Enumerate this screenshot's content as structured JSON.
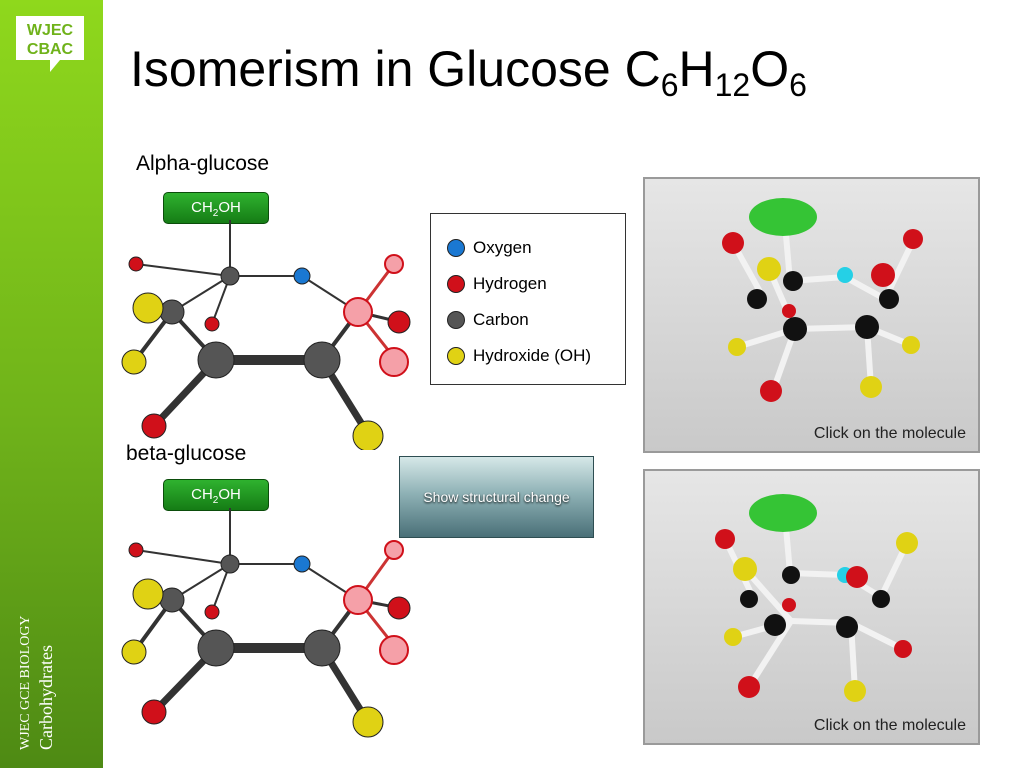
{
  "sidebar": {
    "logo_line1": "WJEC",
    "logo_line2": "CBAC",
    "footer_line1": "WJEC GCE BIOLOGY",
    "footer_line2": "Carbohydrates"
  },
  "title": {
    "main": "Isomerism in Glucose C",
    "sub1": "6",
    "h": "H",
    "sub2": "12",
    "o": "O",
    "sub3": "6"
  },
  "alpha": {
    "label": "Alpha-glucose",
    "group_main": "CH",
    "group_sub": "2",
    "group_end": "OH"
  },
  "beta": {
    "label": "beta-glucose",
    "group_main": "CH",
    "group_sub": "2",
    "group_end": "OH"
  },
  "legend": {
    "items": [
      {
        "label": "Oxygen",
        "color": "#1a78d2"
      },
      {
        "label": "Hydrogen",
        "color": "#d0101a"
      },
      {
        "label": "Carbon",
        "color": "#555555"
      },
      {
        "label": "Hydroxide (OH)",
        "color": "#e0d214"
      }
    ]
  },
  "button": {
    "label": "Show structural change"
  },
  "panels": {
    "top_caption": "Click on the molecule",
    "bottom_caption": "Click on the molecule"
  },
  "colors": {
    "sidebar_accent": "#7ec61c",
    "oxygen": "#1a78d2",
    "hydrogen": "#d0101a",
    "carbon": "#555555",
    "hydroxide": "#e0d214",
    "highlight": "#f5a0a8",
    "group_green": "#1f9a1f"
  }
}
